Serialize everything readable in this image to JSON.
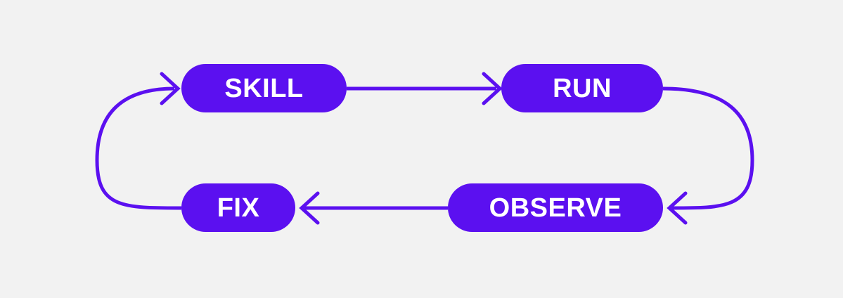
{
  "diagram": {
    "type": "cycle-flow-diagram",
    "background_color": "#f2f2f2",
    "accent_color": "#5b10f0",
    "node_text_color": "#ffffff",
    "nodes": [
      {
        "id": "skill",
        "label": "SKILL",
        "position": "top-left"
      },
      {
        "id": "run",
        "label": "RUN",
        "position": "top-right"
      },
      {
        "id": "observe",
        "label": "OBSERVE",
        "position": "bottom-right"
      },
      {
        "id": "fix",
        "label": "FIX",
        "position": "bottom-left"
      }
    ],
    "edges": [
      {
        "id": "skill-to-run",
        "from": "SKILL",
        "to": "RUN",
        "shape": "straight",
        "direction": "right"
      },
      {
        "id": "run-to-observe",
        "from": "RUN",
        "to": "OBSERVE",
        "shape": "curve",
        "direction": "left"
      },
      {
        "id": "observe-to-fix",
        "from": "OBSERVE",
        "to": "FIX",
        "shape": "straight",
        "direction": "left"
      },
      {
        "id": "fix-to-skill",
        "from": "FIX",
        "to": "SKILL",
        "shape": "curve",
        "direction": "right"
      }
    ]
  }
}
